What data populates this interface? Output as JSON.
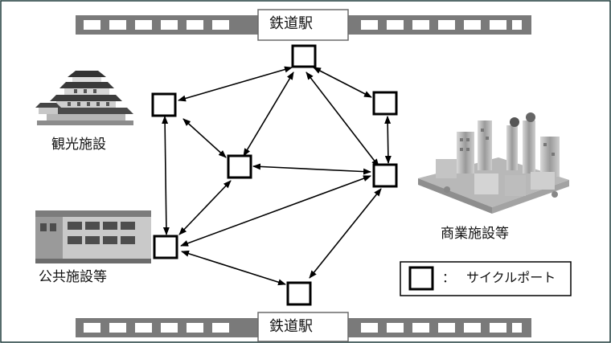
{
  "stations": {
    "top_label": "鉄道駅",
    "bottom_label": "鉄道駅"
  },
  "places": {
    "sightseeing": "観光施設",
    "public": "公共施設等",
    "commercial": "商業施設等"
  },
  "legend": {
    "colon": "：",
    "text": "サイクルポート"
  },
  "icons": [
    "castle-image",
    "school-building-image",
    "city-buildings-image",
    "rail-track",
    "cycle-port-square",
    "double-arrow"
  ]
}
